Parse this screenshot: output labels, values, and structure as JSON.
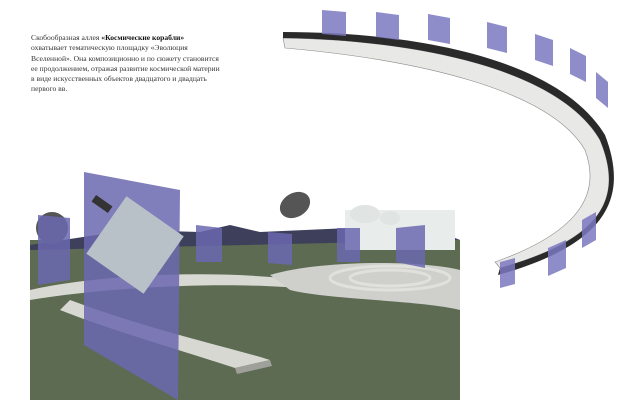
{
  "description": {
    "prefix": "Скобообразная аллея ",
    "highlight": "«Космические корабли»",
    "body": " охватывает тематическую площадку «Эволюция Вселенной». Она композиционно и по сюжету становится ее продолжением, отражая  развитие космической материи в виде искусственных объектов двадцатого и двадцать первого вв."
  },
  "colors": {
    "panel": "#6b68b0",
    "ground": "#5d6b52",
    "path": "#d9d9d4",
    "sky": "#ffffff"
  }
}
